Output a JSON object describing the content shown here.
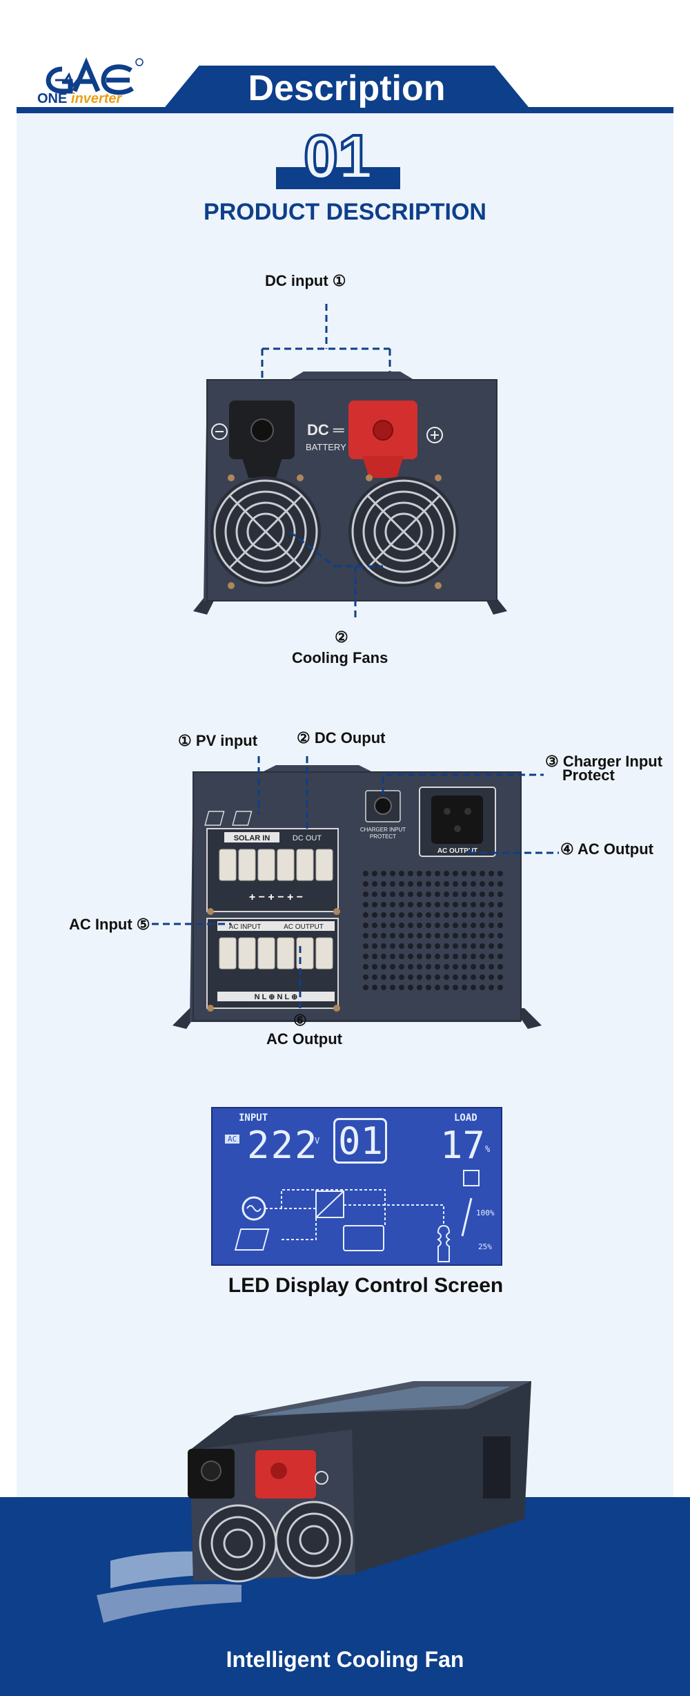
{
  "brand": {
    "logo_letters": "GAE",
    "tagline_a": "ONE",
    "tagline_b": "inverter"
  },
  "header": {
    "title": "Description"
  },
  "section": {
    "number": "01",
    "title": "PRODUCT DESCRIPTION"
  },
  "front_view": {
    "dc_input_label": "DC input ①",
    "cooling_fans_num": "②",
    "cooling_fans_label": "Cooling Fans",
    "panel_dc": "DC",
    "panel_battery": "BATTERY"
  },
  "rear_view": {
    "pv_input_label": "① PV input",
    "dc_output_label": "② DC Ouput",
    "charger_input_label_1": "③ Charger Input",
    "charger_input_label_2": "Protect",
    "ac_output_right_label": "④ AC Output",
    "ac_input_label": "AC Input ⑤",
    "ac_output_bottom_num": "⑥",
    "ac_output_bottom_label": "AC Output",
    "panel_solar_in": "SOLAR IN",
    "panel_dc_out": "DC OUT",
    "panel_ac_input": "AC INPUT",
    "panel_ac_output": "AC OUTPUT",
    "panel_charger_protect_1": "CHARGER INPUT",
    "panel_charger_protect_2": "PROTECT",
    "panel_ac_output_socket": "AC OUTPUT",
    "terminal_signs": "+ − + − + −",
    "terminal_letters": "N L ⊕ N L ⊕"
  },
  "lcd": {
    "input_label": "INPUT",
    "ac_tag": "AC",
    "voltage": "222",
    "voltage_unit": "V",
    "mode": "01",
    "load_label": "LOAD",
    "load_value": "17",
    "load_unit": "%",
    "bar_100": "100%",
    "bar_25": "25%",
    "caption": "LED Display Control Screen"
  },
  "bottom": {
    "caption": "Intelligent Cooling Fan"
  },
  "colors": {
    "brand_blue": "#0d3f8a",
    "accent_orange": "#e8a017",
    "terminal_red": "#d32f2f",
    "panel_bg": "#eef4fb"
  }
}
